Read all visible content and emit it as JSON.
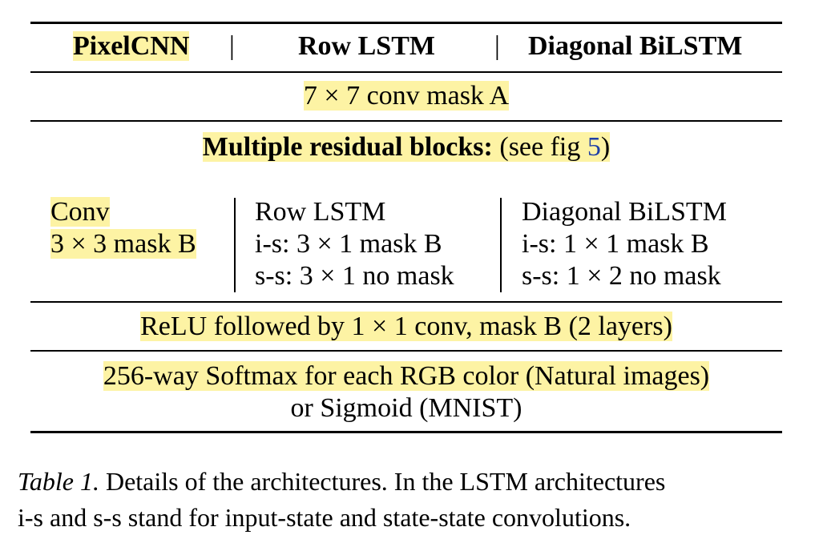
{
  "header": {
    "col1": "PixelCNN",
    "col2": "Row LSTM",
    "col3": "Diagonal BiLSTM",
    "separator": "|"
  },
  "row_conv": "7 × 7 conv mask A",
  "residual": {
    "title": "Multiple residual blocks:",
    "note_open": "(see fig ",
    "fig_ref": "5",
    "note_close": ")"
  },
  "block_cols": {
    "pixelcnn": [
      "Conv",
      "3 × 3 mask B"
    ],
    "row_lstm": [
      "Row LSTM",
      "i-s: 3 × 1 mask B",
      "s-s: 3 × 1 no mask"
    ],
    "diag_bilstm": [
      "Diagonal BiLSTM",
      "i-s: 1 × 1 mask B",
      "s-s: 1 × 2 no mask"
    ]
  },
  "row_relu": "ReLU followed by 1 × 1 conv, mask B (2 layers)",
  "row_output": {
    "line1": "256-way Softmax for each RGB color (Natural images)",
    "line2": "or Sigmoid (MNIST)"
  },
  "caption": {
    "label": "Table 1.",
    "line1_text": " Details of the architectures.  In the LSTM architectures",
    "line2": "i-s and s-s stand for input-state and state-state convolutions."
  },
  "colors": {
    "highlight": "#fdf3a4",
    "link": "#1f3fa6"
  }
}
